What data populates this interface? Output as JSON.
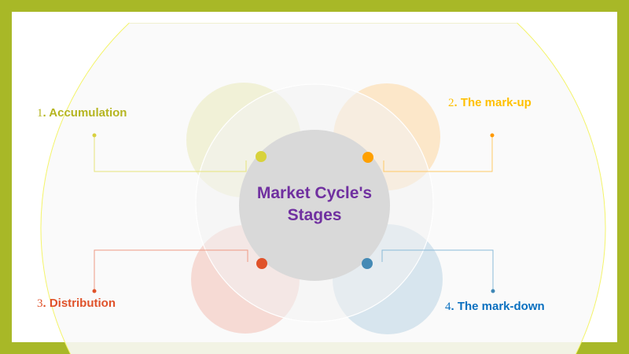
{
  "title": {
    "line1": "Market Cycle's",
    "line2": "Stages"
  },
  "stages": [
    {
      "number": "1",
      "label": ". Accumulation",
      "color": "#b5b520"
    },
    {
      "number": "2",
      "label": ". The mark-up",
      "color": "#ffc000"
    },
    {
      "number": "3",
      "label": ". Distribution",
      "color": "#e0522a"
    },
    {
      "number": "4",
      "label": ". The mark-down",
      "color": "#0a70c0"
    }
  ],
  "colors": {
    "border": "#a8b827",
    "title": "#7030a0"
  }
}
